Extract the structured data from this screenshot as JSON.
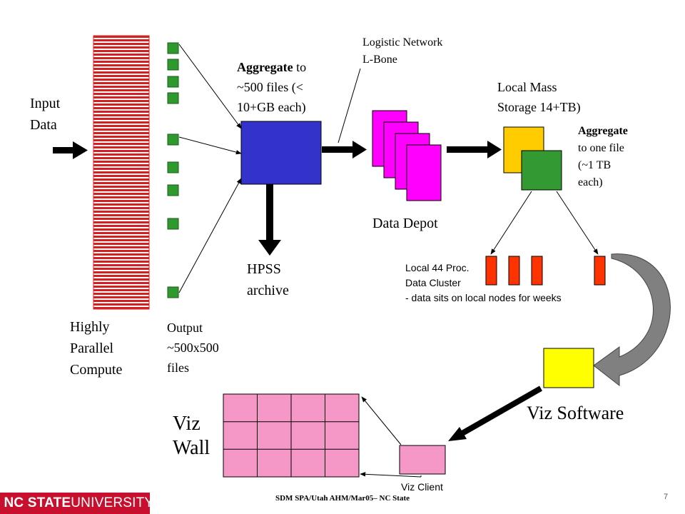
{
  "labels": {
    "input_data": [
      "Input",
      "Data"
    ],
    "compute": [
      "Highly",
      "Parallel",
      "Compute"
    ],
    "output": [
      "Output",
      "~500x500",
      "files"
    ],
    "aggregate_500": {
      "bold": "Aggregate",
      "rest": " to",
      "lines": [
        "~500 files (<",
        "10+GB each)"
      ]
    },
    "hpss": [
      "HPSS",
      "archive"
    ],
    "logistic": [
      "Logistic Network",
      "L-Bone"
    ],
    "data_depot": "Data Depot",
    "local_mass": [
      "Local Mass",
      "Storage 14+TB)"
    ],
    "aggregate_one": {
      "bold": "Aggregate",
      "lines": [
        "to one file",
        "(~1 TB",
        "each)"
      ]
    },
    "cluster": [
      "Local 44 Proc.",
      "Data Cluster",
      "- data sits on local nodes for weeks"
    ],
    "viz_software": "Viz Software",
    "viz_wall": [
      "Viz",
      "Wall"
    ],
    "viz_client": "Viz Client"
  },
  "footer": {
    "logo_bold": "NC STATE",
    "logo_rest": "UNIVERSITY",
    "text": "SDM SPA/Utah AHM/Mar05– NC State",
    "page": "7"
  },
  "colors": {
    "compute_stripe": "#d42020",
    "output_square": "#2e9a2e",
    "aggregator": "#3333cc",
    "depot": "#ff00ff",
    "storage_back": "#ffcc00",
    "storage_front": "#339933",
    "cluster_node": "#ff3300",
    "viz_software": "#ffff00",
    "curve_arrow": "#808080",
    "viz_wall": "#f598c8",
    "viz_client": "#f598c8"
  }
}
